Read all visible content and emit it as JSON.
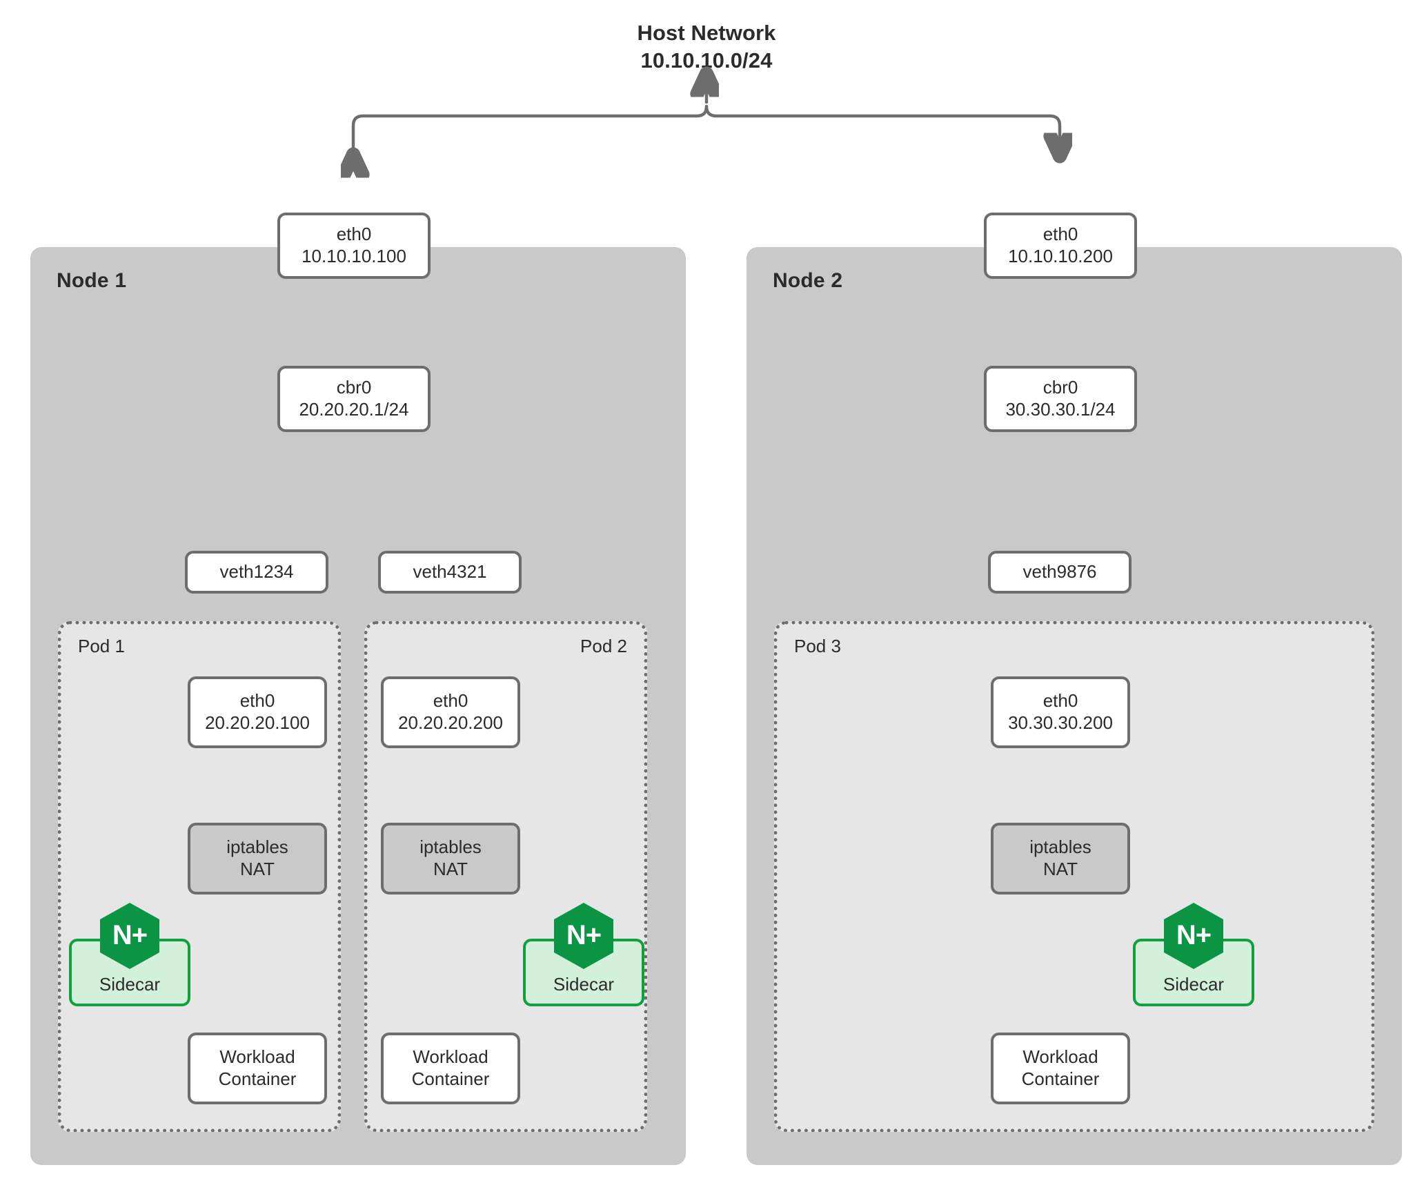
{
  "title": {
    "line1": "Host Network",
    "line2": "10.10.10.0/24"
  },
  "colors": {
    "node_fill": "#c9c9c9",
    "pod_fill": "#e6e6e6",
    "box_stroke": "#6d6d6d",
    "nat_fill": "#c9c9c9",
    "sidecar_fill": "#d2f0da",
    "sidecar_stroke": "#12a03c",
    "nginx_green": "#0b9444",
    "text": "#2b2b2b",
    "background": "#ffffff"
  },
  "nodes": [
    {
      "label": "Node 1",
      "eth0": {
        "name": "eth0",
        "ip": "10.10.10.100"
      },
      "bridge": {
        "name": "cbr0",
        "ip": "20.20.20.1/24"
      },
      "veths": [
        "veth1234",
        "veth4321"
      ],
      "pods": [
        {
          "label": "Pod 1",
          "label_align": "left",
          "eth0": {
            "name": "eth0",
            "ip": "20.20.20.100"
          },
          "iptables": {
            "line1": "iptables",
            "line2": "NAT"
          },
          "sidecar": {
            "label": "Sidecar",
            "logo": "nginx-plus-hexagon",
            "logo_text": "N+",
            "side": "left"
          },
          "workload": {
            "line1": "Workload",
            "line2": "Container"
          }
        },
        {
          "label": "Pod 2",
          "label_align": "right",
          "eth0": {
            "name": "eth0",
            "ip": "20.20.20.200"
          },
          "iptables": {
            "line1": "iptables",
            "line2": "NAT"
          },
          "sidecar": {
            "label": "Sidecar",
            "logo": "nginx-plus-hexagon",
            "logo_text": "N+",
            "side": "right"
          },
          "workload": {
            "line1": "Workload",
            "line2": "Container"
          }
        }
      ]
    },
    {
      "label": "Node 2",
      "eth0": {
        "name": "eth0",
        "ip": "10.10.10.200"
      },
      "bridge": {
        "name": "cbr0",
        "ip": "30.30.30.1/24"
      },
      "veths": [
        "veth9876"
      ],
      "pods": [
        {
          "label": "Pod 3",
          "label_align": "left",
          "eth0": {
            "name": "eth0",
            "ip": "30.30.30.200"
          },
          "iptables": {
            "line1": "iptables",
            "line2": "NAT"
          },
          "sidecar": {
            "label": "Sidecar",
            "logo": "nginx-plus-hexagon",
            "logo_text": "N+",
            "side": "right"
          },
          "workload": {
            "line1": "Workload",
            "line2": "Container"
          }
        }
      ]
    }
  ]
}
